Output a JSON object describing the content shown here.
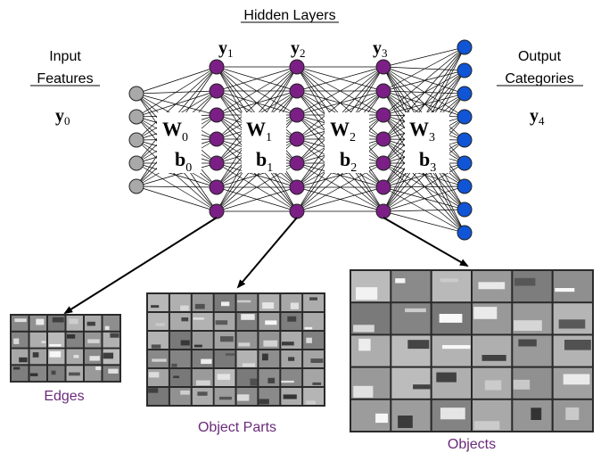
{
  "title": "Hidden Layers",
  "input_label_line1": "Input",
  "input_label_line2": "Features",
  "output_label_line1": "Output",
  "output_label_line2": "Categories",
  "vars": {
    "y0": {
      "base": "y",
      "sub": "0"
    },
    "y1": {
      "base": "y",
      "sub": "1"
    },
    "y2": {
      "base": "y",
      "sub": "2"
    },
    "y3": {
      "base": "y",
      "sub": "3"
    },
    "y4": {
      "base": "y",
      "sub": "4"
    },
    "W0": {
      "base": "W",
      "sub": "0"
    },
    "b0": {
      "base": "b",
      "sub": "0"
    },
    "W1": {
      "base": "W",
      "sub": "1"
    },
    "b1": {
      "base": "b",
      "sub": "1"
    },
    "W2": {
      "base": "W",
      "sub": "2"
    },
    "b2": {
      "base": "b",
      "sub": "2"
    },
    "W3": {
      "base": "W",
      "sub": "3"
    },
    "b3": {
      "base": "b",
      "sub": "3"
    }
  },
  "layers": [
    {
      "name": "input",
      "nodes": 5,
      "color": "#a9a9a9"
    },
    {
      "name": "hidden-1",
      "nodes": 7,
      "color": "#7b1f86"
    },
    {
      "name": "hidden-2",
      "nodes": 7,
      "color": "#7b1f86"
    },
    {
      "name": "hidden-3",
      "nodes": 7,
      "color": "#7b1f86"
    },
    {
      "name": "output",
      "nodes": 9,
      "color": "#1055d6"
    }
  ],
  "feature_panels": [
    {
      "label": "Edges",
      "cols": 6,
      "rows": 4
    },
    {
      "label": "Object Parts",
      "cols": 8,
      "rows": 6
    },
    {
      "label": "Objects",
      "cols": 6,
      "rows": 5
    }
  ],
  "colors": {
    "panel_label": "#6a2b7a",
    "edge": "#000000",
    "arrow": "#000000"
  }
}
